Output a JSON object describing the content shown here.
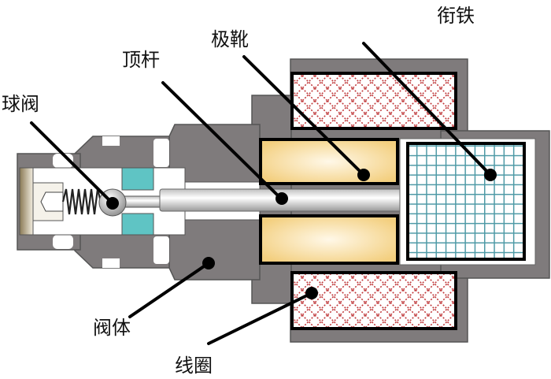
{
  "title": "电磁阀结构示意图",
  "labels": {
    "ball_valve": "球阀",
    "push_rod": "顶杆",
    "pole_shoe": "极靴",
    "armature": "衔铁",
    "valve_body": "阀体",
    "coil": "线圈"
  },
  "colors": {
    "body": "#7f7b7c",
    "pole_shoe": "#f5d48a",
    "armature_grid": "#4e9aa6",
    "coil_pattern": "#c0393b",
    "seal": "#5fc4c4"
  }
}
